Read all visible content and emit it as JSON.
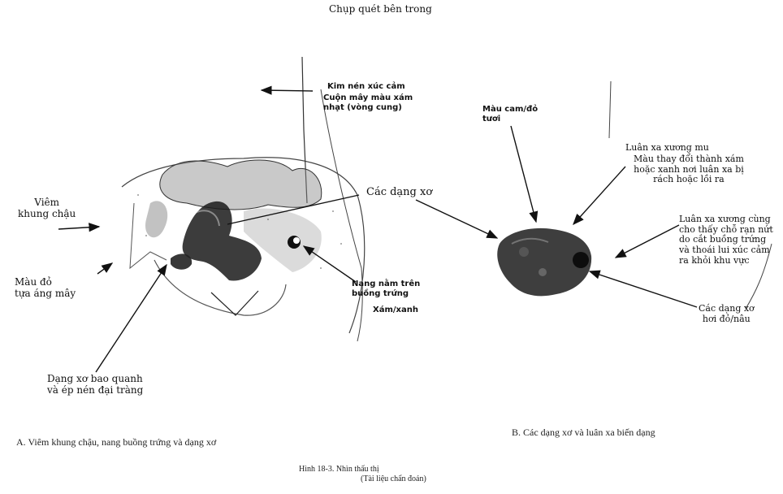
{
  "header": "Chụp quét bên trong",
  "panel_a": {
    "labels": {
      "kim_nen": "Kim nén xúc cảm",
      "cuon_may": "Cuộn mây màu xám\nnhạt (vòng cung)",
      "cac_dang_xo": "Các dạng xơ",
      "viem_khung_chau": "Viêm\nkhung chậu",
      "mau_do": "Màu đỏ\ntựa áng mây",
      "nang_nam": "Nang nằm trên\nbuồng trứng",
      "xam_xanh": "Xám/xanh",
      "dang_xo_bao": "Dạng xơ bao quanh\nvà ép nén đại tràng"
    },
    "caption": "A. Viêm khung chậu, nang buồng trứng và dạng xơ"
  },
  "panel_b": {
    "labels": {
      "mau_cam": "Màu cam/đỏ\ntươi",
      "luan_xa_mu": "Luân xa xương mu",
      "mau_thay_doi": "Màu thay đổi thành xám\nhoặc xanh nơi luân xa bị\nrách hoặc lồi ra",
      "luan_xa_cung": "Luân xa xương cùng\ncho thấy chỗ rạn nứt\ndo cắt buồng trứng\nvà thoái lui xúc cảm\nra khỏi khu vực",
      "cac_dang_xo_b": "Các dạng xơ\nhơi đỏ/nâu"
    },
    "caption": "B. Các dạng xơ và luân xa biến dạng"
  },
  "figure_caption": {
    "line1": "Hình 18-3. Nhìn thấu thị",
    "line2": "(Tài liệu chẩn đoán)"
  }
}
